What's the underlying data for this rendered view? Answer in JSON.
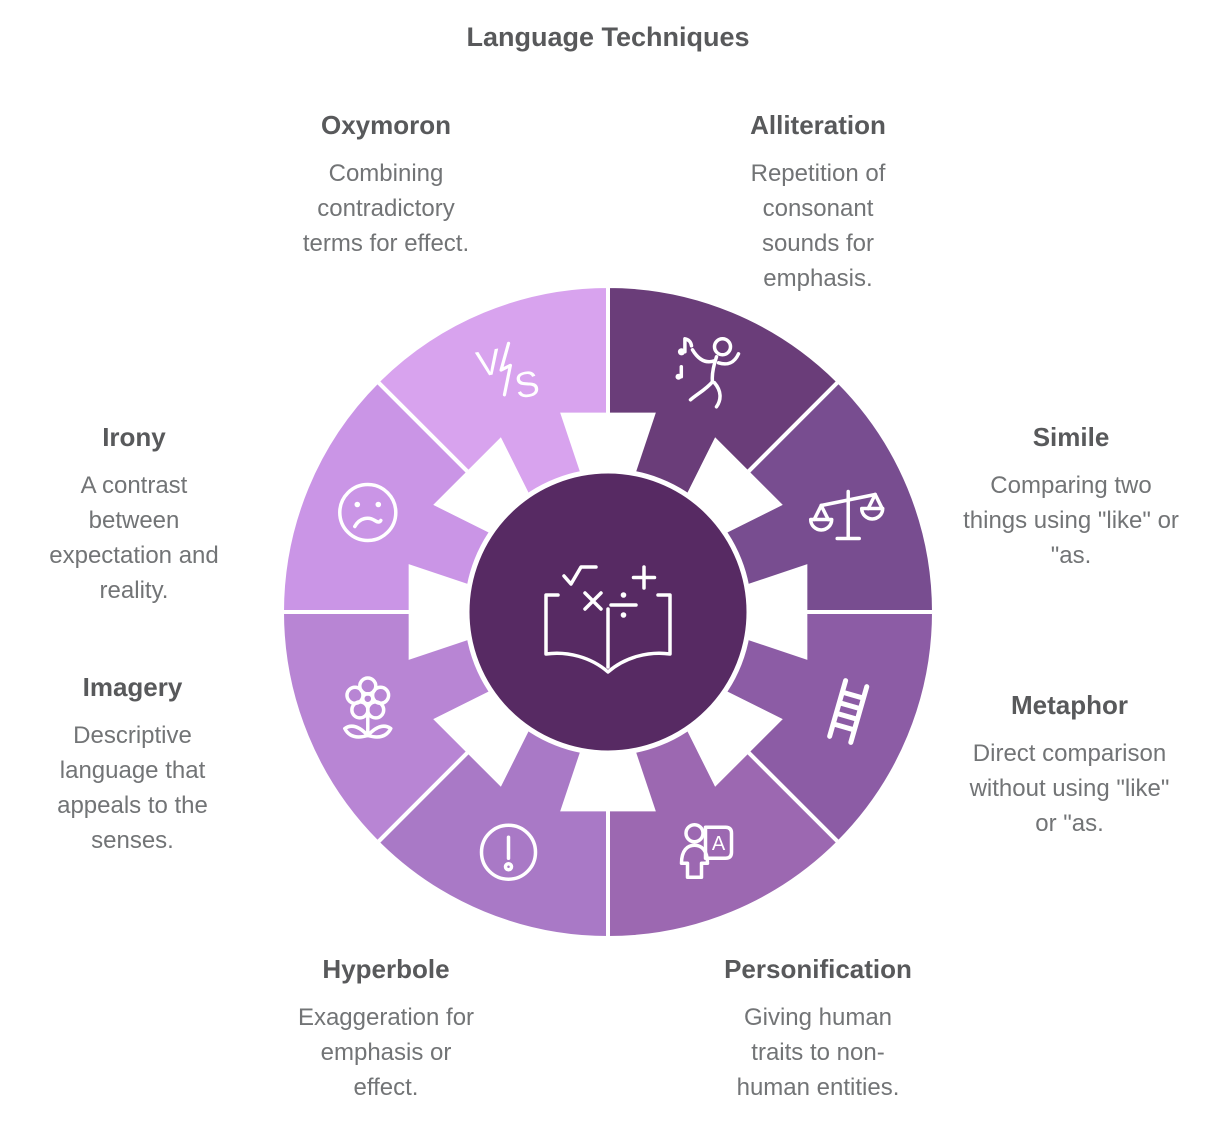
{
  "title": "Language Techniques",
  "colors": {
    "background": "#ffffff",
    "center_circle": "#572a63",
    "divider": "#ffffff",
    "icon_stroke": "#ffffff",
    "heading_text": "#58595b",
    "body_text": "#727476"
  },
  "center": {
    "icon": "math-book-icon"
  },
  "segments": [
    {
      "label": "Alliteration",
      "description": "Repetition of consonant sounds for emphasis.",
      "color": "#6a3d79",
      "icon": "dancing-person-icon"
    },
    {
      "label": "Simile",
      "description": "Comparing two things using \"like\" or \"as.",
      "color": "#784d90",
      "icon": "balance-scales-icon"
    },
    {
      "label": "Metaphor",
      "description": "Direct comparison without using \"like\" or \"as.",
      "color": "#8c5ca5",
      "icon": "ladder-icon"
    },
    {
      "label": "Personification",
      "description": "Giving human traits to non-human entities.",
      "color": "#9c68b1",
      "icon": "person-presentation-icon"
    },
    {
      "label": "Hyperbole",
      "description": "Exaggeration for emphasis or effect.",
      "color": "#a979c6",
      "icon": "exclamation-circle-icon"
    },
    {
      "label": "Imagery",
      "description": "Descriptive language that appeals to the senses.",
      "color": "#b885d4",
      "icon": "flower-icon"
    },
    {
      "label": "Irony",
      "description": "A contrast between expectation and reality.",
      "color": "#ca95e6",
      "icon": "confused-face-icon"
    },
    {
      "label": "Oxymoron",
      "description": "Combining contradictory terms for effect.",
      "color": "#d8a3ee",
      "icon": "versus-lightning-icon"
    }
  ]
}
